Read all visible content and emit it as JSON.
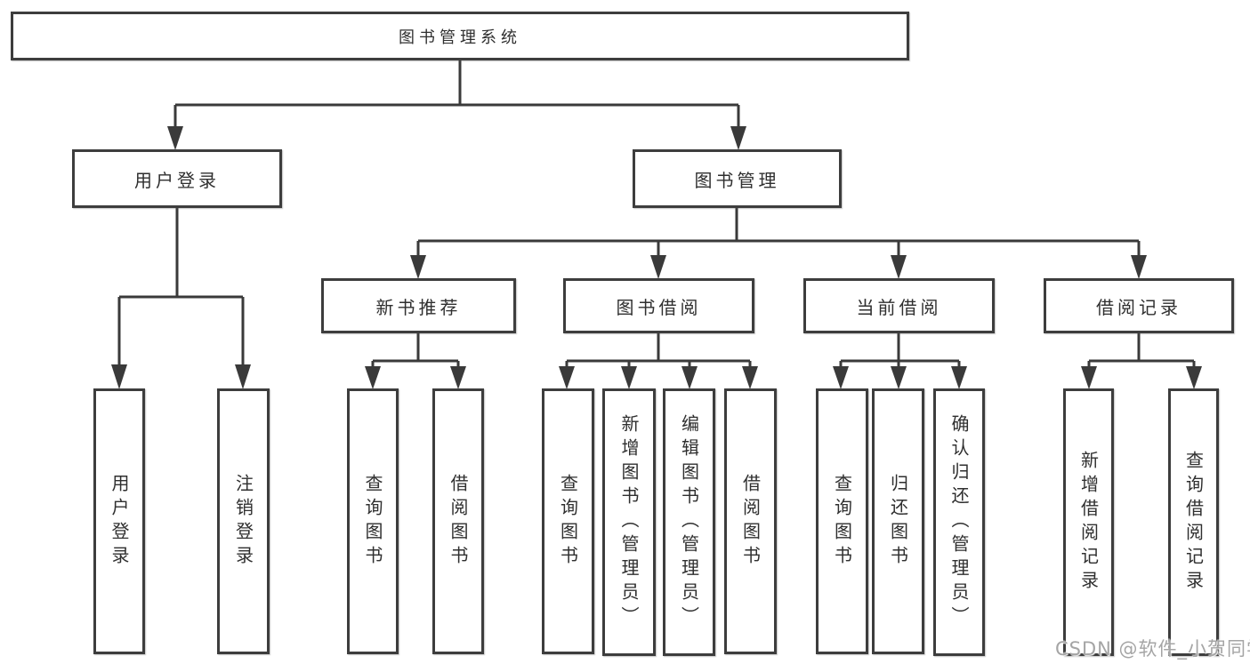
{
  "colors": {
    "line": "#3a3a3a",
    "border": "#3d3d3d",
    "text": "#2f2f2f",
    "watermark": "#a5a5a5",
    "background": "#ffffff"
  },
  "watermark": {
    "text": "CSDN @软件_小贺同学"
  },
  "tree": {
    "label": "图书管理系统",
    "children": [
      {
        "label": "用户登录",
        "children": [
          {
            "label": "用户登录"
          },
          {
            "label": "注销登录"
          }
        ]
      },
      {
        "label": "图书管理",
        "children": [
          {
            "label": "新书推荐",
            "children": [
              {
                "label": "查询图书"
              },
              {
                "label": "借阅图书"
              }
            ]
          },
          {
            "label": "图书借阅",
            "children": [
              {
                "label": "查询图书"
              },
              {
                "label": "新增图书（管理员）"
              },
              {
                "label": "编辑图书（管理员）"
              },
              {
                "label": "借阅图书"
              }
            ]
          },
          {
            "label": "当前借阅",
            "children": [
              {
                "label": "查询图书"
              },
              {
                "label": "归还图书"
              },
              {
                "label": "确认归还（管理员）"
              }
            ]
          },
          {
            "label": "借阅记录",
            "children": [
              {
                "label": "新增借阅记录"
              },
              {
                "label": "查询借阅记录"
              }
            ]
          }
        ]
      }
    ]
  }
}
